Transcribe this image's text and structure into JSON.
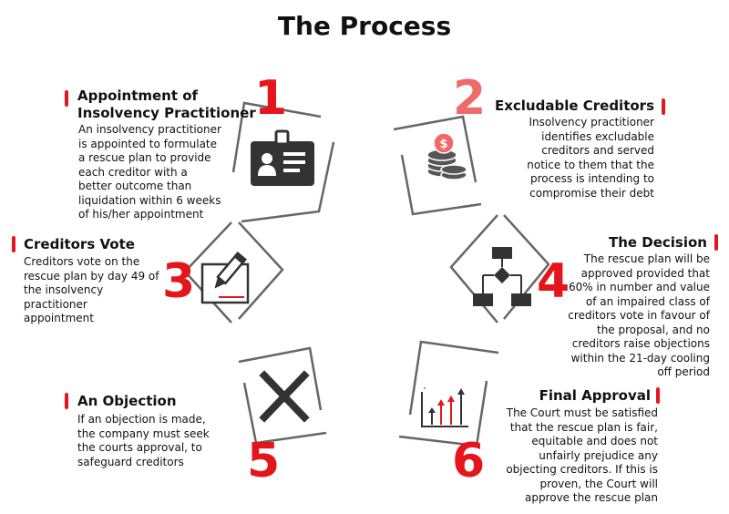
{
  "title": "The Process",
  "colors": {
    "accent": "#e4161c",
    "accent_light": "#f06a6a",
    "frame": "#666666",
    "icon": "#333333"
  },
  "steps": [
    {
      "number": "1",
      "title_lines": [
        "Appointment of",
        "Insolvency Practitioner"
      ],
      "body_lines": [
        "An insolvency practitioner",
        "is appointed to formulate",
        "a rescue plan to provide",
        "each creditor with a",
        "better outcome than",
        "liquidation within 6 weeks",
        "of his/her appointment"
      ],
      "icon": "id-badge-icon"
    },
    {
      "number": "2",
      "title_lines": [
        "Excludable Creditors"
      ],
      "body_lines": [
        "Insolvency practitioner",
        "identifies excludable",
        "creditors and served",
        "notice to them that the",
        "process is intending to",
        "compromise their debt"
      ],
      "icon": "coin-stack-icon"
    },
    {
      "number": "3",
      "title_lines": [
        "Creditors Vote"
      ],
      "body_lines": [
        "Creditors vote on the",
        "rescue plan by day 49 of",
        "the insolvency",
        "practitioner",
        "appointment"
      ],
      "icon": "pen-sign-icon"
    },
    {
      "number": "4",
      "title_lines": [
        "The Decision"
      ],
      "body_lines": [
        "The rescue plan will be",
        "approved provided that",
        "60% in number and value",
        "of an impaired class of",
        "creditors vote in favour of",
        "the proposal, and no",
        "creditors raise objections",
        "within the 21-day cooling",
        "off period"
      ],
      "icon": "flowchart-icon"
    },
    {
      "number": "5",
      "title_lines": [
        "An Objection"
      ],
      "body_lines": [
        "If an objection is made,",
        "the company must seek",
        "the courts approval, to",
        "safeguard creditors"
      ],
      "icon": "cross-icon"
    },
    {
      "number": "6",
      "title_lines": [
        "Final Approval"
      ],
      "body_lines": [
        "The Court must be satisfied",
        "that the rescue plan is fair,",
        "equitable and does not",
        "unfairly prejudice any",
        "objecting creditors. If this is",
        "proven, the Court will",
        "approve the rescue plan"
      ],
      "icon": "growth-chart-icon"
    }
  ]
}
